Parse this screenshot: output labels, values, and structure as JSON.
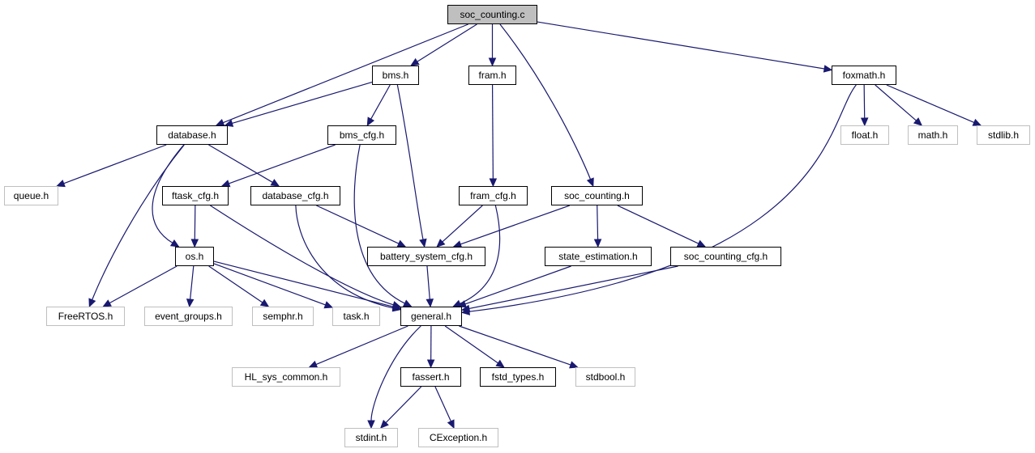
{
  "colors": {
    "edge": "#191970",
    "root_fill": "#bfbfbf",
    "external_border": "#bfbfbf",
    "local_border": "#000000"
  },
  "nodes": [
    {
      "id": "soc_counting_c",
      "label": "soc_counting.c",
      "kind": "root"
    },
    {
      "id": "bms_h",
      "label": "bms.h",
      "kind": "local"
    },
    {
      "id": "fram_h",
      "label": "fram.h",
      "kind": "local"
    },
    {
      "id": "foxmath_h",
      "label": "foxmath.h",
      "kind": "local"
    },
    {
      "id": "database_h",
      "label": "database.h",
      "kind": "local"
    },
    {
      "id": "bms_cfg_h",
      "label": "bms_cfg.h",
      "kind": "local"
    },
    {
      "id": "float_h",
      "label": "float.h",
      "kind": "external"
    },
    {
      "id": "math_h",
      "label": "math.h",
      "kind": "external"
    },
    {
      "id": "stdlib_h",
      "label": "stdlib.h",
      "kind": "external"
    },
    {
      "id": "queue_h",
      "label": "queue.h",
      "kind": "external"
    },
    {
      "id": "ftask_cfg_h",
      "label": "ftask_cfg.h",
      "kind": "local"
    },
    {
      "id": "database_cfg_h",
      "label": "database_cfg.h",
      "kind": "local"
    },
    {
      "id": "fram_cfg_h",
      "label": "fram_cfg.h",
      "kind": "local"
    },
    {
      "id": "soc_counting_h",
      "label": "soc_counting.h",
      "kind": "local"
    },
    {
      "id": "os_h",
      "label": "os.h",
      "kind": "local"
    },
    {
      "id": "battery_system_cfg_h",
      "label": "battery_system_cfg.h",
      "kind": "local"
    },
    {
      "id": "state_estimation_h",
      "label": "state_estimation.h",
      "kind": "local"
    },
    {
      "id": "soc_counting_cfg_h",
      "label": "soc_counting_cfg.h",
      "kind": "local"
    },
    {
      "id": "FreeRTOS_h",
      "label": "FreeRTOS.h",
      "kind": "external"
    },
    {
      "id": "event_groups_h",
      "label": "event_groups.h",
      "kind": "external"
    },
    {
      "id": "semphr_h",
      "label": "semphr.h",
      "kind": "external"
    },
    {
      "id": "task_h",
      "label": "task.h",
      "kind": "external"
    },
    {
      "id": "general_h",
      "label": "general.h",
      "kind": "local"
    },
    {
      "id": "HL_sys_common_h",
      "label": "HL_sys_common.h",
      "kind": "external"
    },
    {
      "id": "fassert_h",
      "label": "fassert.h",
      "kind": "local"
    },
    {
      "id": "fstd_types_h",
      "label": "fstd_types.h",
      "kind": "local"
    },
    {
      "id": "stdbool_h",
      "label": "stdbool.h",
      "kind": "external"
    },
    {
      "id": "stdint_h",
      "label": "stdint.h",
      "kind": "external"
    },
    {
      "id": "CException_h",
      "label": "CException.h",
      "kind": "external"
    }
  ],
  "edges": [
    {
      "from": "soc_counting_c",
      "to": "bms_h"
    },
    {
      "from": "soc_counting_c",
      "to": "fram_h"
    },
    {
      "from": "soc_counting_c",
      "to": "foxmath_h"
    },
    {
      "from": "soc_counting_c",
      "to": "database_h"
    },
    {
      "from": "soc_counting_c",
      "to": "soc_counting_h"
    },
    {
      "from": "bms_h",
      "to": "database_h"
    },
    {
      "from": "bms_h",
      "to": "bms_cfg_h"
    },
    {
      "from": "bms_h",
      "to": "battery_system_cfg_h"
    },
    {
      "from": "fram_h",
      "to": "fram_cfg_h"
    },
    {
      "from": "foxmath_h",
      "to": "float_h"
    },
    {
      "from": "foxmath_h",
      "to": "math_h"
    },
    {
      "from": "foxmath_h",
      "to": "stdlib_h"
    },
    {
      "from": "foxmath_h",
      "to": "general_h"
    },
    {
      "from": "database_h",
      "to": "queue_h"
    },
    {
      "from": "database_h",
      "to": "database_cfg_h"
    },
    {
      "from": "database_h",
      "to": "os_h"
    },
    {
      "from": "database_h",
      "to": "FreeRTOS_h"
    },
    {
      "from": "bms_cfg_h",
      "to": "ftask_cfg_h"
    },
    {
      "from": "bms_cfg_h",
      "to": "general_h"
    },
    {
      "from": "ftask_cfg_h",
      "to": "os_h"
    },
    {
      "from": "ftask_cfg_h",
      "to": "general_h"
    },
    {
      "from": "database_cfg_h",
      "to": "battery_system_cfg_h"
    },
    {
      "from": "database_cfg_h",
      "to": "general_h"
    },
    {
      "from": "fram_cfg_h",
      "to": "battery_system_cfg_h"
    },
    {
      "from": "fram_cfg_h",
      "to": "general_h"
    },
    {
      "from": "soc_counting_h",
      "to": "battery_system_cfg_h"
    },
    {
      "from": "soc_counting_h",
      "to": "state_estimation_h"
    },
    {
      "from": "soc_counting_h",
      "to": "soc_counting_cfg_h"
    },
    {
      "from": "os_h",
      "to": "FreeRTOS_h"
    },
    {
      "from": "os_h",
      "to": "event_groups_h"
    },
    {
      "from": "os_h",
      "to": "semphr_h"
    },
    {
      "from": "os_h",
      "to": "task_h"
    },
    {
      "from": "os_h",
      "to": "general_h"
    },
    {
      "from": "battery_system_cfg_h",
      "to": "general_h"
    },
    {
      "from": "state_estimation_h",
      "to": "general_h"
    },
    {
      "from": "soc_counting_cfg_h",
      "to": "general_h"
    },
    {
      "from": "general_h",
      "to": "HL_sys_common_h"
    },
    {
      "from": "general_h",
      "to": "fassert_h"
    },
    {
      "from": "general_h",
      "to": "fstd_types_h"
    },
    {
      "from": "general_h",
      "to": "stdbool_h"
    },
    {
      "from": "general_h",
      "to": "stdint_h"
    },
    {
      "from": "fassert_h",
      "to": "stdint_h"
    },
    {
      "from": "fassert_h",
      "to": "CException_h"
    }
  ]
}
